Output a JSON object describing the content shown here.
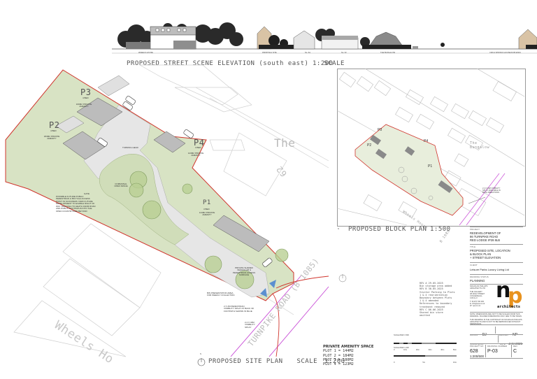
{
  "street_elevation": {
    "title": "PROPOSED STREET SCENE ELEVATION (south east)",
    "scale_label": "SCALE",
    "scale_value": "1:200",
    "building_labels": [
      "WHEELS HOUSE",
      "PROPOSAL SITE",
      "No. 6A",
      "No. 62",
      "THE BUNGALOW",
      "CIRCA SPRINGS HOUSE/DUPLEXES"
    ]
  },
  "site_plan": {
    "title": "PROPOSED SITE PLAN",
    "scale_label": "SCALE",
    "scale_value": "1:200",
    "north_label": "N",
    "plots": [
      {
        "id": "P1",
        "beds": "3 BED",
        "amenity": "144M2 PRIVATE AMENITY"
      },
      {
        "id": "P2",
        "beds": "4 BED",
        "amenity": "184M2 PRIVATE AMENITY"
      },
      {
        "id": "P3",
        "beds": "4 BED",
        "amenity": "160M2 PRIVATE AMENITY"
      },
      {
        "id": "P4",
        "beds": "3 BED",
        "amenity": "123M2 PRIVATE AMENITY"
      }
    ],
    "labels": {
      "turning_head": "TURNING HEAD",
      "communal_open_space": "COMMUNAL OPEN SPACE",
      "private_shared_access": "PRIVATE SHARED VEHICULAR & PEDESTRIAN ACCESS SURFACE",
      "bin_presentation": "BIN PRESENTATION AREA FOR WEEKLY COLLECTION",
      "pedestrian_splay": "2 X 2M PEDESTRIAN VISIBILITY SPLAY AT BACK OF FOOTPATH SHOWN IN BLUE",
      "visibility_splay": "2.4 X 43M VISIBILITY SPLAY",
      "future_access": "POSSIBLE FUTURE PUBLIC PEDESTRIAN & BICYCLE ACCESS POINT IN SCOOPERS YARD FUTURE DEVELOPMENT TO ENABLE RIGHT OF WAY THROUGH TO HEATH FARM ROAD AND PUBLIC FOOTPATHS INTO THE OPEN COUNTRYSIDE BEYOND",
      "gate": "GATE",
      "road_name": "TURNPIKE ROAD (B 1085)",
      "the_label": "The",
      "house_number": "62",
      "wheels_house": "Wheels Ho"
    }
  },
  "block_plan": {
    "title": "PROPOSED BLOCK PLAN",
    "scale_value": "1:500",
    "north_label": "N",
    "labels": {
      "the_bungalow": "The Bungalow",
      "wheels_house": "Wheels House",
      "road": "B 1085",
      "house_number": "62",
      "splay_note": "2.4 X 43M VISIBILITY SPLAY AVAILABLE IN BOTH DIRECTIONS"
    },
    "plots": [
      "P1",
      "P2",
      "P3",
      "P4"
    ]
  },
  "revisions": [
    "REV A 29.05.2025",
    "Bin storage area added",
    "REV B 30.05.2025",
    "Visitor Parking to Plots",
    "1 & 4 reorientation",
    "Boundary between Plots",
    "1 & 4 amended",
    "References to boundary",
    "treatment removed",
    "REV C 06.06.2025",
    "Shared bin store",
    "omitted"
  ],
  "amenity_table": {
    "title": "PRIVATE AMENITY SPACE",
    "rows": [
      "PLOT 1 = 144M2",
      "PLOT 2 = 184M2",
      "PLOT 3 = 180M2",
      "PLOT 4 = 123M2"
    ]
  },
  "scale_bars": [
    {
      "caption": "SCALE BAR 1:500",
      "ticks": [
        "0",
        "10m",
        "20m",
        "30m",
        "40m",
        "50m"
      ]
    },
    {
      "caption": "SCALE BAR 1:200",
      "ticks": [
        "0",
        "5m",
        "10m"
      ]
    }
  ],
  "title_block": {
    "project_label": "PROJECT",
    "project": "REDEVELOPMENT OF\n86 TURNPIKE ROAD\nRED LODGE IP28 8LB",
    "title_label": "TITLE",
    "title": "PROPOSED SITE, LOCATION\n& BLOCK PLAN\n+ STREET ELEVATION",
    "client_label": "CLIENT",
    "client": "Leisure Parks Luxury Living Ltd",
    "status_label": "DRAWING STATUS",
    "status": "PLANNING",
    "firm_name": "NICHOLAS PHILLIPS ARCHITECTS LTD",
    "firm_address": "THE GALLERY\n48 HIGH STREET\nCOGGESHALL\nCO6 1LX",
    "firm_contact": "T: 01376 700 000\nE: info@npa.co.uk\nW: npa.co.uk",
    "logo_letters": "np",
    "logo_word": "architects",
    "logo_colors": {
      "n": "#111111",
      "p": "#e8921e",
      "word": "#111111"
    },
    "notes_1": "NOTE: DIMENSIONS ARE NOT TO BE SCALED FROM THIS DRAWING. FIGURED DIMENSIONS ONLY ARE TO BE TAKEN.",
    "notes_2": "THIS DRAWING IS THE COPYRIGHT OF NICHOLAS PHILLIPS ARCHITECTS AND IS NOT TO BE REPRODUCED WITHOUT PERMISSION.",
    "drawn_label": "DRAWN",
    "drawn": "DJ",
    "checked_label": "CHECKED",
    "checked": "NP",
    "scale_label": "SCALE (@A1)",
    "scale": "1:200/500",
    "date_label": "DATE",
    "date": "JAN 2025",
    "project_no_label": "PROJECT NO",
    "project_no": "628",
    "drawing_no_label": "DRAWING NUMBER",
    "drawing_no": "P-03",
    "rev_label": "REV",
    "rev": "C"
  },
  "colors": {
    "site_green": "#d8e3c4",
    "tree_green": "#b9cf94",
    "boundary_red": "#d0342c",
    "road_magenta": "#c84bd6",
    "paving": "#e6e6e6",
    "roof_grey": "#bcbcbc",
    "splay_blue": "#5b8fd0"
  }
}
